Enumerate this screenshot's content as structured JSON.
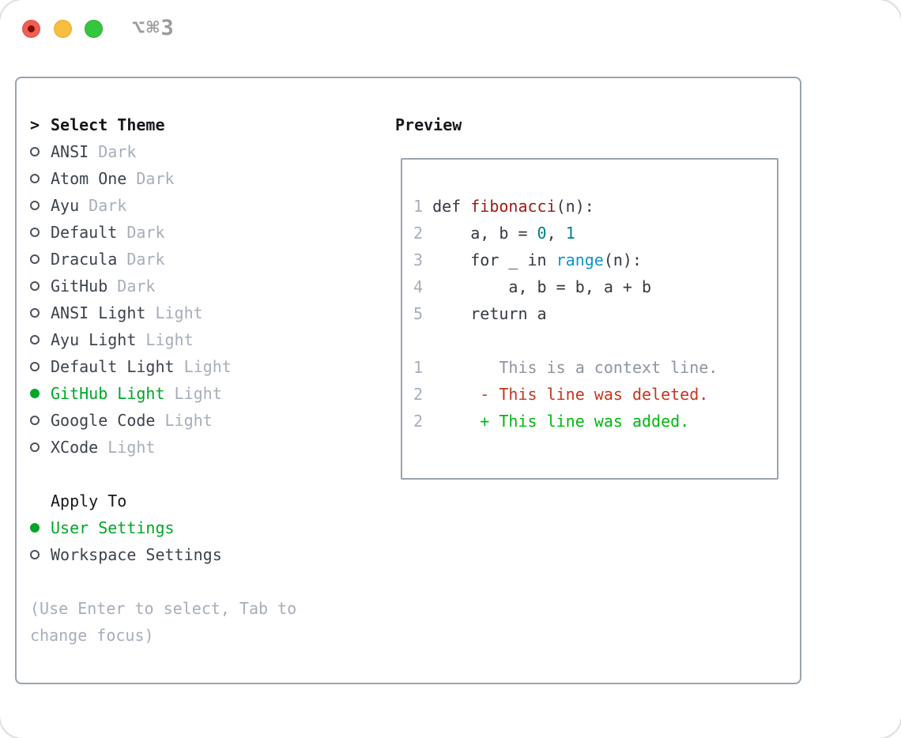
{
  "window": {
    "title": "⌥⌘3",
    "traffic_lights": [
      {
        "name": "close",
        "color": "#f15e54",
        "has_dot": true
      },
      {
        "name": "minimize",
        "color": "#f7bf3d",
        "has_dot": false
      },
      {
        "name": "zoom",
        "color": "#35c53f",
        "has_dot": false
      }
    ]
  },
  "left": {
    "header": {
      "prompt": ">",
      "label": "Select Theme"
    },
    "themes": [
      {
        "name": "ANSI",
        "variant": "Dark",
        "selected": false
      },
      {
        "name": "Atom One",
        "variant": "Dark",
        "selected": false
      },
      {
        "name": "Ayu",
        "variant": "Dark",
        "selected": false
      },
      {
        "name": "Default",
        "variant": "Dark",
        "selected": false
      },
      {
        "name": "Dracula",
        "variant": "Dark",
        "selected": false
      },
      {
        "name": "GitHub",
        "variant": "Dark",
        "selected": false
      },
      {
        "name": "ANSI Light",
        "variant": "Light",
        "selected": false
      },
      {
        "name": "Ayu Light",
        "variant": "Light",
        "selected": false
      },
      {
        "name": "Default Light",
        "variant": "Light",
        "selected": false
      },
      {
        "name": "GitHub Light",
        "variant": "Light",
        "selected": true
      },
      {
        "name": "Google Code",
        "variant": "Light",
        "selected": false
      },
      {
        "name": "XCode",
        "variant": "Light",
        "selected": false
      }
    ],
    "apply_to": {
      "label": "Apply To",
      "options": [
        {
          "name": "User Settings",
          "selected": true
        },
        {
          "name": "Workspace Settings",
          "selected": false
        }
      ]
    },
    "hint_lines": [
      "(Use Enter to select, Tab to",
      "change focus)"
    ]
  },
  "preview": {
    "label": "Preview",
    "lines": [
      {
        "ln": "1",
        "segments": [
          {
            "text": " def ",
            "style": "code"
          },
          {
            "text": "fibonacci",
            "style": "function"
          },
          {
            "text": "(n):",
            "style": "code"
          }
        ]
      },
      {
        "ln": "2",
        "segments": [
          {
            "text": "     a, b = ",
            "style": "code"
          },
          {
            "text": "0",
            "style": "number"
          },
          {
            "text": ", ",
            "style": "code"
          },
          {
            "text": "1",
            "style": "number"
          }
        ]
      },
      {
        "ln": "3",
        "segments": [
          {
            "text": "     for _ in ",
            "style": "code"
          },
          {
            "text": "range",
            "style": "builtin"
          },
          {
            "text": "(n):",
            "style": "code"
          }
        ]
      },
      {
        "ln": "4",
        "segments": [
          {
            "text": "         a, b = b, a + b",
            "style": "code"
          }
        ]
      },
      {
        "ln": "5",
        "segments": [
          {
            "text": "     return a",
            "style": "code"
          }
        ]
      },
      {
        "ln": "",
        "segments": []
      },
      {
        "ln": "1",
        "segments": [
          {
            "text": "        This is a context line.",
            "style": "context"
          }
        ]
      },
      {
        "ln": "2",
        "segments": [
          {
            "text": "      - This line was deleted.",
            "style": "deleted"
          }
        ]
      },
      {
        "ln": "2",
        "segments": [
          {
            "text": "      + This line was added.",
            "style": "added"
          }
        ]
      }
    ]
  },
  "colors": {
    "panel_border": "#9ba4ae",
    "header_text": "#15181c",
    "theme_name": "#3c434c",
    "variant_suffix": "#a6aeba",
    "hint_text": "#a6aeba",
    "selection_green": "#00a628",
    "diff_added_green": "#00b70f",
    "diff_deleted_red": "#c4371f",
    "diff_context_gray": "#8d959f",
    "code_default": "#343a41",
    "code_function_red": "#9c1a12",
    "code_number_teal": "#007d82",
    "code_builtin_blue": "#0d94c4",
    "line_number_gray": "#a6aeba",
    "titlebar_text": "#9b9b9b",
    "traffic_red": "#f15e54",
    "traffic_yellow": "#f7bf3d",
    "traffic_green": "#35c53f"
  }
}
